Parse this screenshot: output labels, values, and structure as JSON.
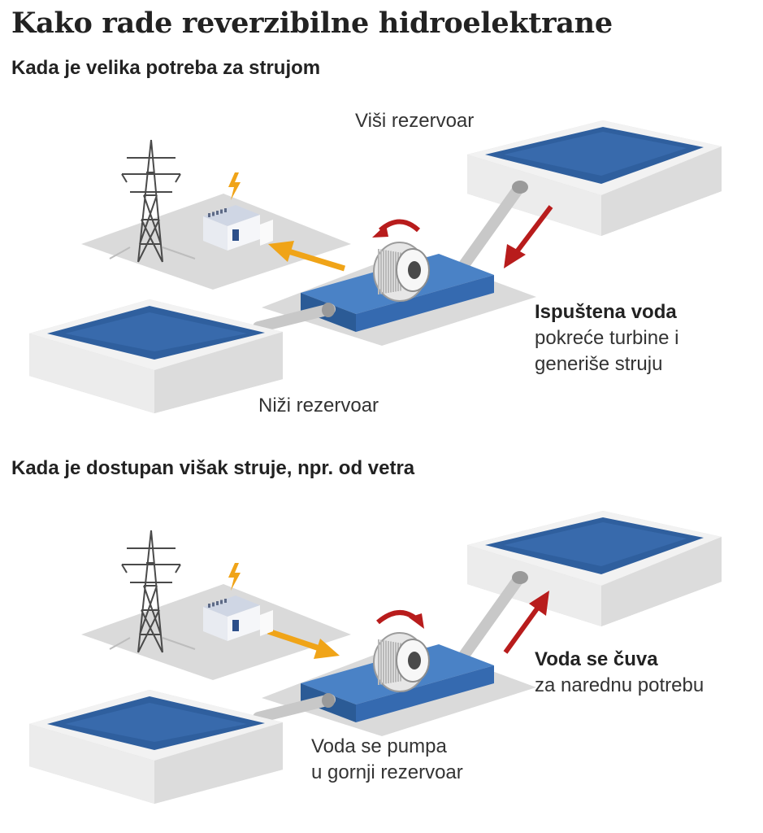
{
  "title": "Kako rade reverzibilne hidroelektrane",
  "panels": [
    {
      "heading": "Kada je velika potreba za strujom",
      "upper_label": "Viši rezervoar",
      "lower_label": "Niži rezervoar",
      "callout_bold": "Ispuštena voda",
      "callout_lines": [
        "pokreće turbine i",
        "generiše struju"
      ],
      "flow": "down"
    },
    {
      "heading": "Kada je dostupan višak struje, npr. od vetra",
      "callout_bold": "Voda se čuva",
      "callout_lines": [
        "za narednu potrebu"
      ],
      "pump_lines": [
        "Voda se pumpa",
        "u gornji rezervoar"
      ],
      "flow": "up"
    }
  ],
  "colors": {
    "water": "#2f5f9e",
    "water_light": "#4a82c6",
    "basin": "#eaeaea",
    "basin_side": "#d2d2d2",
    "ground": "#dadada",
    "arrow_red": "#b81c1c",
    "arrow_orange": "#f0a418",
    "pipe": "#c8c8c8"
  },
  "icons": [
    "pylon-icon",
    "power-station-icon",
    "lightning-icon",
    "turbine-icon",
    "red-arrow-icon",
    "orange-arrow-icon"
  ]
}
